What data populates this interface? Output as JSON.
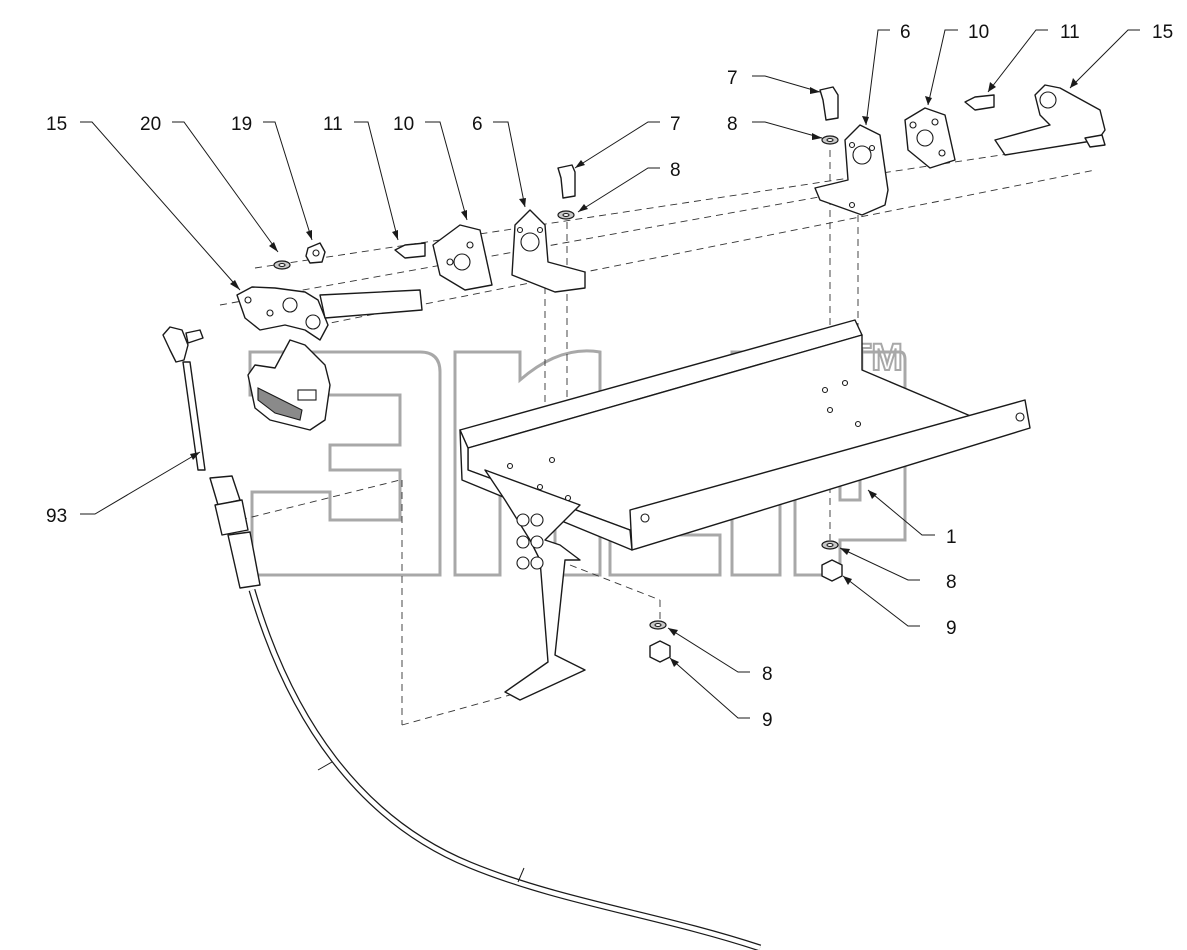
{
  "callouts": {
    "c1": "1",
    "c6_left": "6",
    "c6_right": "6",
    "c7_left": "7",
    "c7_right": "7",
    "c8_left": "8",
    "c8_right_top": "8",
    "c8_lower_right": "8",
    "c8_lower_mid": "8",
    "c9_lower_right": "9",
    "c9_lower_mid": "9",
    "c10_left": "10",
    "c10_right": "10",
    "c11_left": "11",
    "c11_right": "11",
    "c15_left": "15",
    "c15_right": "15",
    "c19": "19",
    "c20": "20",
    "c93": "93"
  },
  "watermark": {
    "trademark": "TM"
  }
}
